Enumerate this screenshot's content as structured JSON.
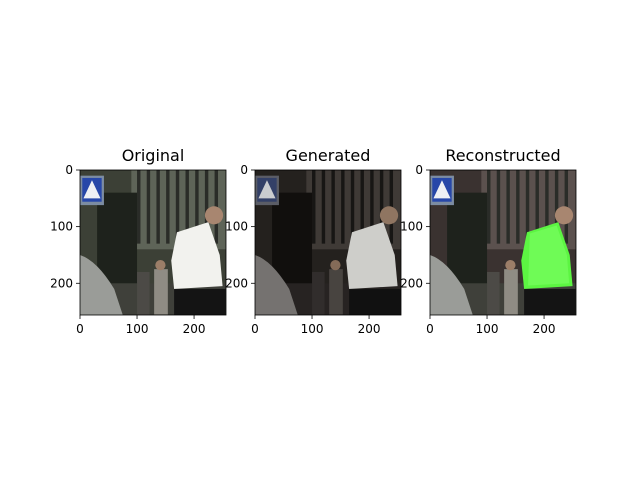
{
  "panels": [
    {
      "title": "Original",
      "kind": "original",
      "x_ticks": [
        "0",
        "100",
        "200"
      ],
      "y_ticks": [
        "0",
        "100",
        "200"
      ]
    },
    {
      "title": "Generated",
      "kind": "generated",
      "x_ticks": [
        "0",
        "100",
        "200"
      ],
      "y_ticks": [
        "0",
        "100",
        "200"
      ]
    },
    {
      "title": "Reconstructed",
      "kind": "reconstructed",
      "x_ticks": [
        "0",
        "100",
        "200"
      ],
      "y_ticks": [
        "0",
        "100",
        "200"
      ]
    }
  ],
  "chart_data": {
    "type": "image-grid",
    "image_size": [
      256,
      256
    ],
    "xlim": [
      0,
      256
    ],
    "ylim": [
      256,
      0
    ],
    "x_tick_values": [
      0,
      100,
      200
    ],
    "y_tick_values": [
      0,
      100,
      200
    ],
    "colors": {
      "background": "#ffffff",
      "mask_green": "#5cf542",
      "shirt_white": "#f2f2ee",
      "sky": "#4a5a44"
    }
  }
}
